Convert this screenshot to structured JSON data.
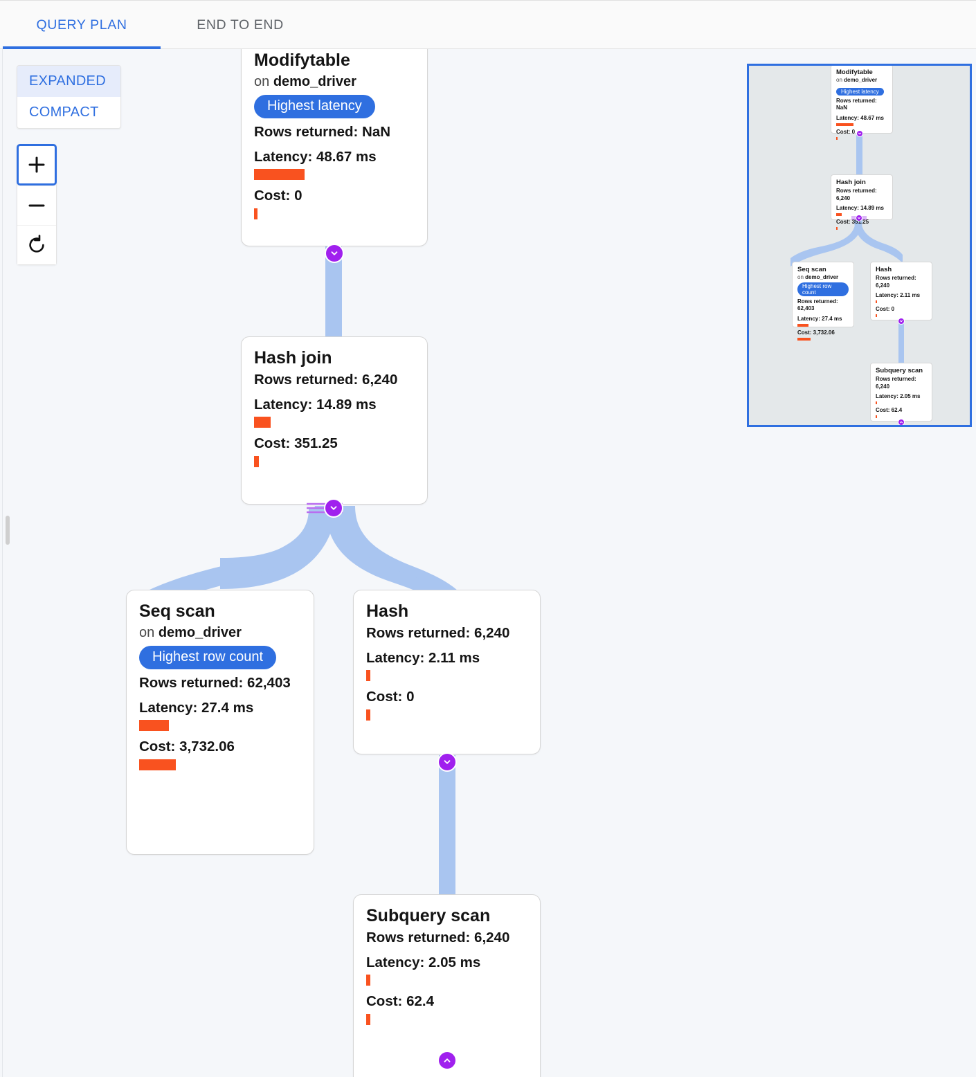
{
  "tabs": [
    {
      "id": "query-plan",
      "label": "QUERY PLAN",
      "active": true
    },
    {
      "id": "end-to-end",
      "label": "END TO END",
      "active": false
    }
  ],
  "view_toggle": {
    "expanded_label": "EXPANDED",
    "compact_label": "COMPACT",
    "selected": "EXPANDED"
  },
  "zoom_controls": {
    "zoom_in_label": "+",
    "zoom_out_label": "−",
    "reset_icon": "reset-icon"
  },
  "colors": {
    "accent_blue": "#2f6fe0",
    "bar_orange": "#f9521f",
    "handle_purple": "#a020ee",
    "edge_blue": "#a9c5f0",
    "canvas_bg": "#f5f7fa",
    "minimap_bg": "#e4e8ea"
  },
  "nodes": [
    {
      "id": "modifytable",
      "title": "Modifytable",
      "on_prefix": "on",
      "relation": "demo_driver",
      "badge": "Highest latency",
      "rows_label": "Rows returned: NaN",
      "latency_label": "Latency: 48.67 ms",
      "latency_bar_width": 73,
      "cost_label": "Cost: 0",
      "cost_bar_width": 5
    },
    {
      "id": "hash-join",
      "title": "Hash join",
      "rows_label": "Rows returned: 6,240",
      "latency_label": "Latency: 14.89 ms",
      "latency_bar_width": 24,
      "cost_label": "Cost: 351.25",
      "cost_bar_width": 7
    },
    {
      "id": "seq-scan",
      "title": "Seq scan",
      "on_prefix": "on",
      "relation": "demo_driver",
      "badge": "Highest row count",
      "rows_label": "Rows returned: 62,403",
      "latency_label": "Latency: 27.4 ms",
      "latency_bar_width": 43,
      "cost_label": "Cost: 3,732.06",
      "cost_bar_width": 53
    },
    {
      "id": "hash",
      "title": "Hash",
      "rows_label": "Rows returned: 6,240",
      "latency_label": "Latency: 2.11 ms",
      "latency_bar_width": 6,
      "cost_label": "Cost: 0",
      "cost_bar_width": 6
    },
    {
      "id": "subquery-scan",
      "title": "Subquery scan",
      "rows_label": "Rows returned: 6,240",
      "latency_label": "Latency: 2.05 ms",
      "latency_bar_width": 6,
      "cost_label": "Cost: 62.4",
      "cost_bar_width": 6
    }
  ],
  "minimap": {
    "nodes": [
      {
        "id": "modifytable",
        "title": "Modifytable",
        "on_prefix": "on",
        "relation": "demo_driver",
        "badge": "Highest latency",
        "rows_label": "Rows returned: NaN",
        "latency_label": "Latency: 48.67 ms",
        "latency_bar_width": 25,
        "cost_label": "Cost: 0",
        "cost_bar_width": 2
      },
      {
        "id": "hash-join",
        "title": "Hash join",
        "rows_label": "Rows returned: 6,240",
        "latency_label": "Latency: 14.89 ms",
        "latency_bar_width": 8,
        "cost_label": "Cost: 351.25",
        "cost_bar_width": 2
      },
      {
        "id": "seq-scan",
        "title": "Seq scan",
        "on_prefix": "on",
        "relation": "demo_driver",
        "badge": "Highest row count",
        "rows_label": "Rows returned: 62,403",
        "latency_label": "Latency: 27.4 ms",
        "latency_bar_width": 16,
        "cost_label": "Cost: 3,732.06",
        "cost_bar_width": 19
      },
      {
        "id": "hash",
        "title": "Hash",
        "rows_label": "Rows returned: 6,240",
        "latency_label": "Latency: 2.11 ms",
        "latency_bar_width": 2,
        "cost_label": "Cost: 0",
        "cost_bar_width": 2
      },
      {
        "id": "subquery-scan",
        "title": "Subquery scan",
        "rows_label": "Rows returned: 6,240",
        "latency_label": "Latency: 2.05 ms",
        "latency_bar_width": 2,
        "cost_label": "Cost: 62.4",
        "cost_bar_width": 2
      }
    ]
  }
}
